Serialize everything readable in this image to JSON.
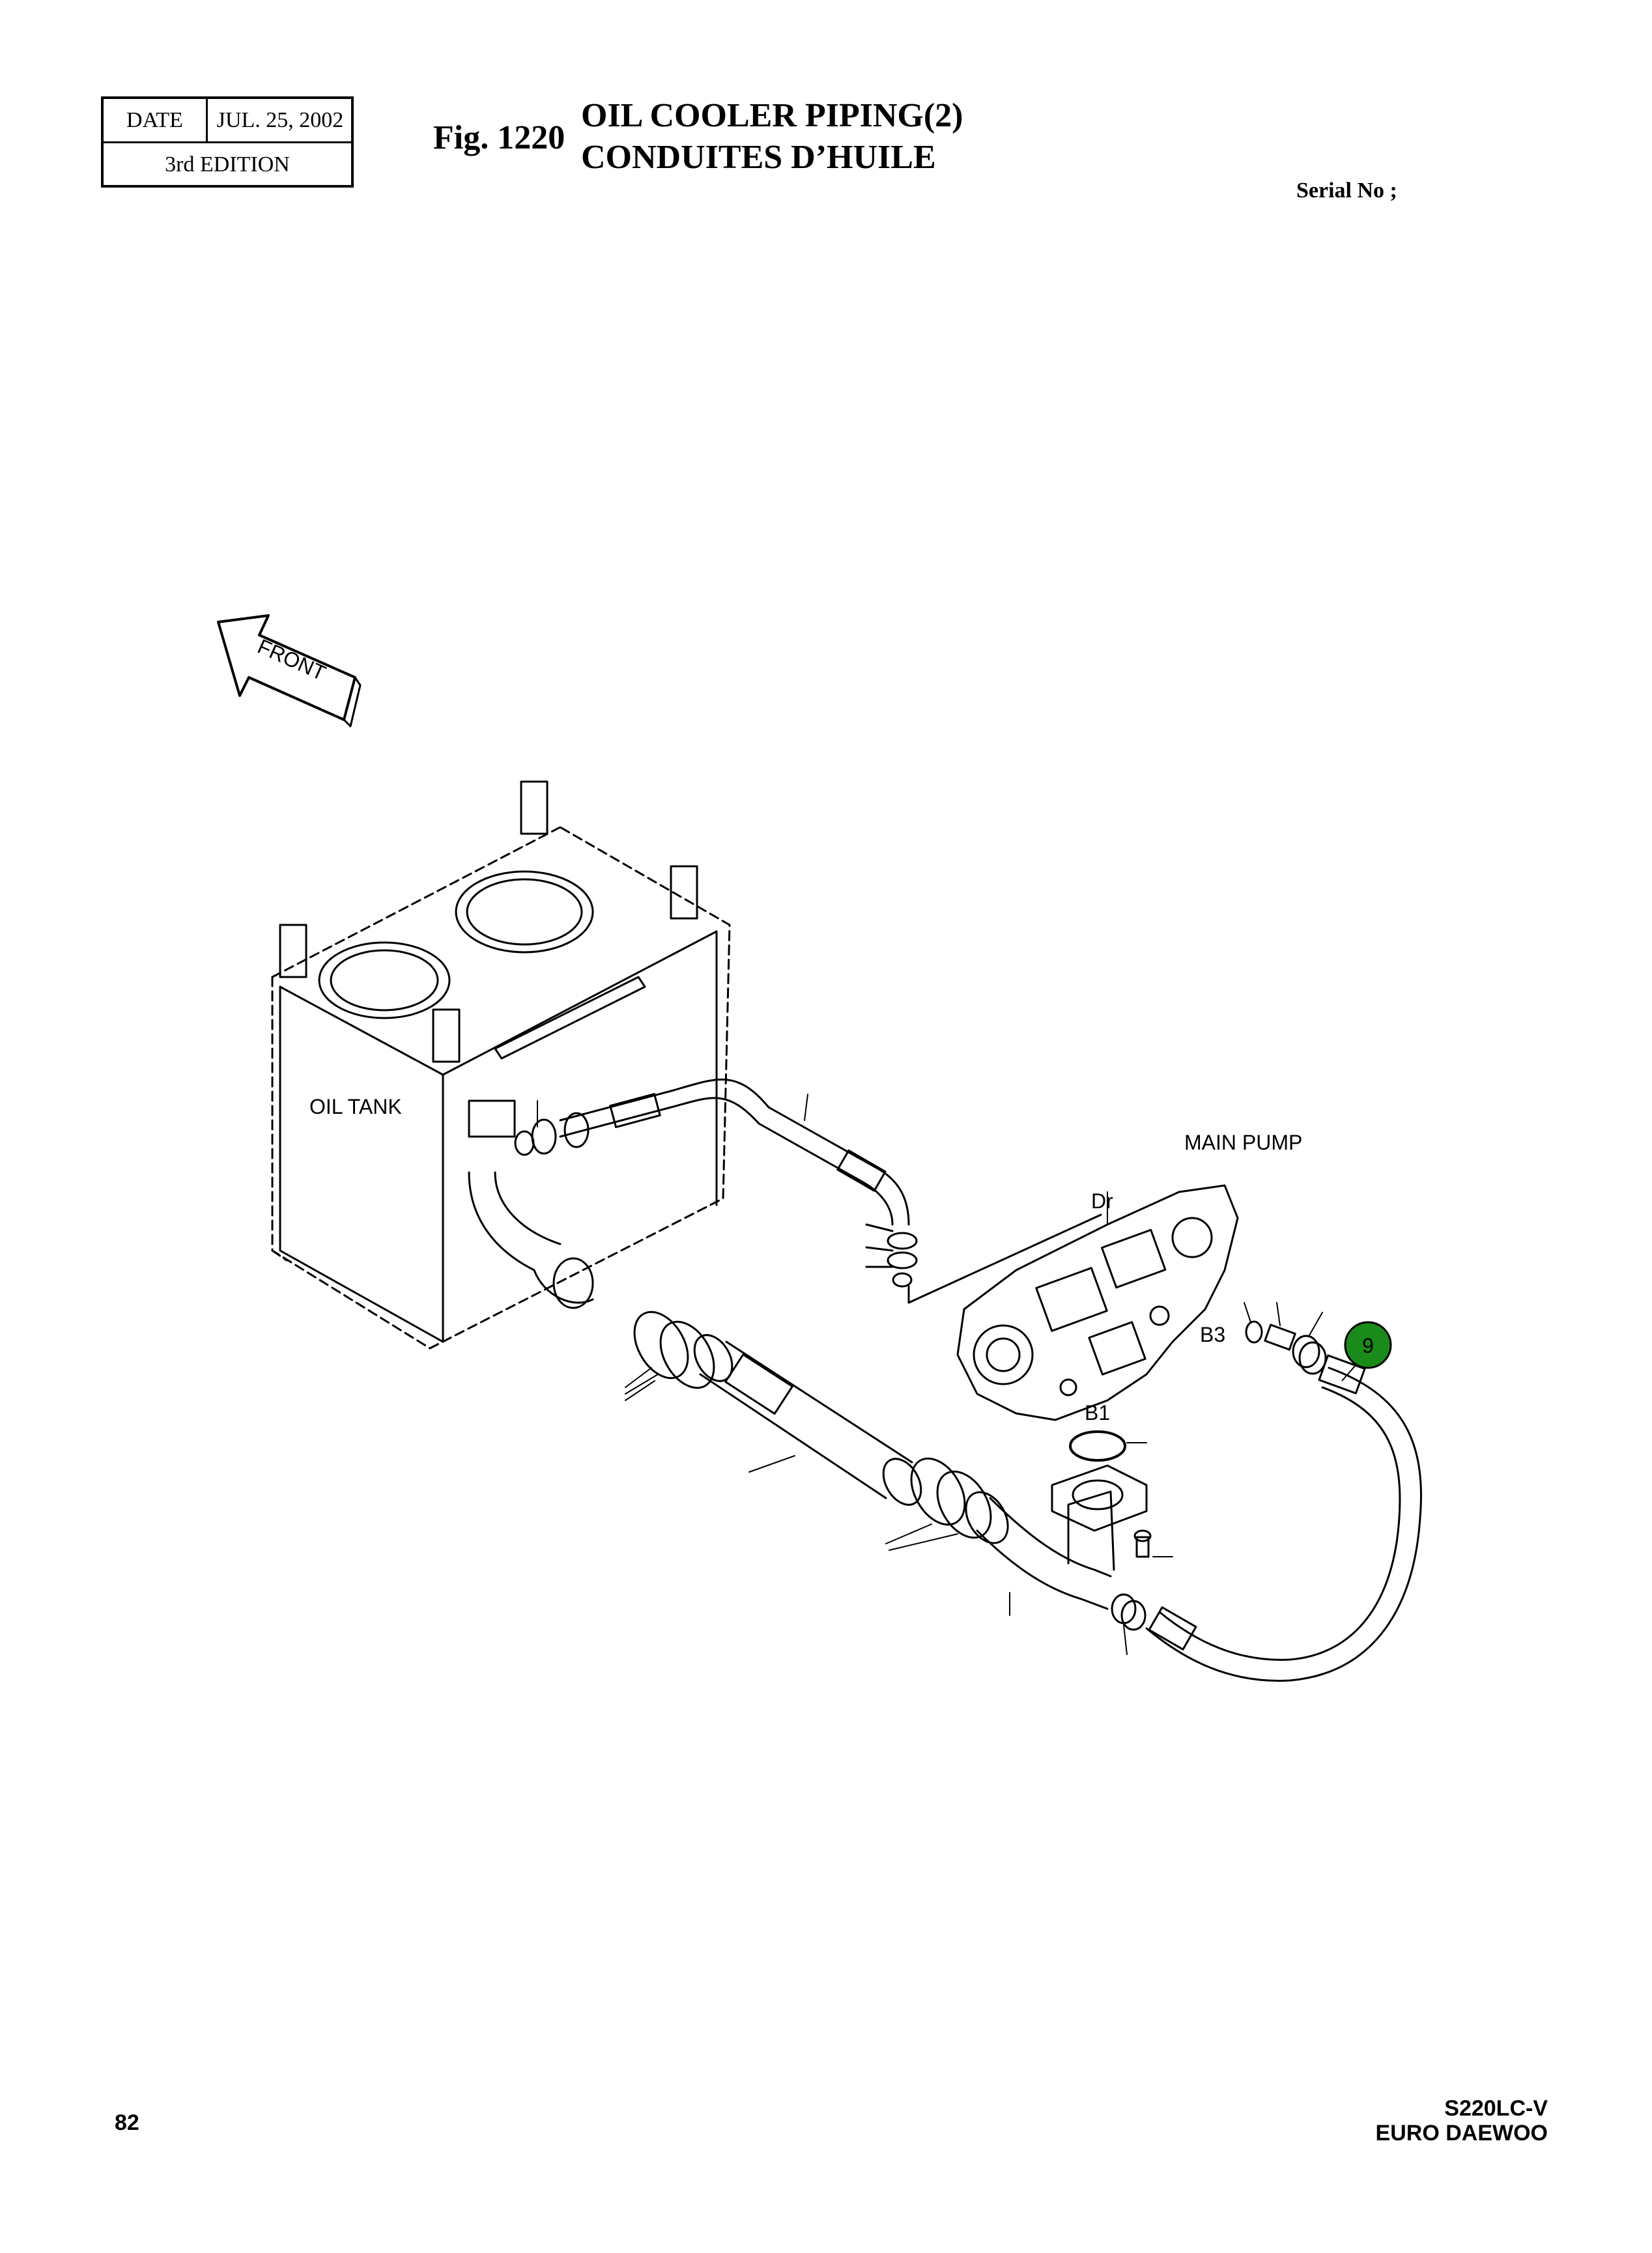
{
  "header": {
    "date_label": "DATE",
    "date_value": "JUL. 25, 2002",
    "edition": "3rd  EDITION",
    "fig_number": "Fig. 1220",
    "title_en": "OIL COOLER PIPING(2)",
    "title_fr": "CONDUITES D’HUILE",
    "serial_label": "Serial No ;"
  },
  "diagram": {
    "front_label": "FRONT",
    "oil_tank_label": "OIL TANK",
    "main_pump_label": "MAIN PUMP",
    "port_dr": "Dr",
    "port_b3": "B3",
    "port_b1": "B1",
    "callout_number": "9",
    "callout_color": "#1a8a1a"
  },
  "footer": {
    "page_number": "82",
    "model": "S220LC-V",
    "brand": "EURO DAEWOO"
  }
}
